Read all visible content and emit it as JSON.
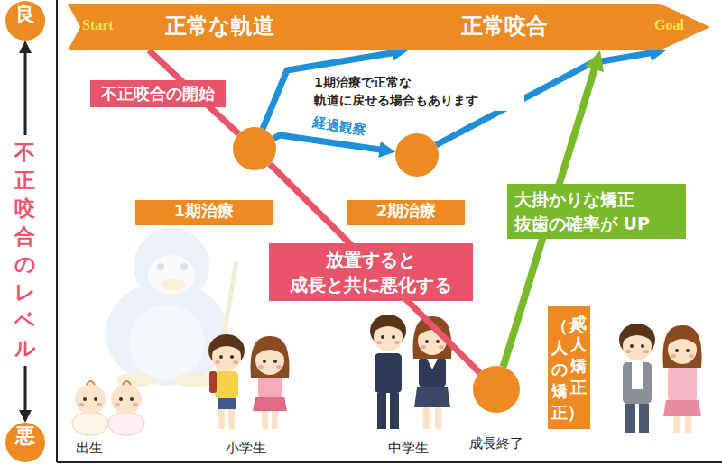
{
  "diagram": {
    "nodes": [
      {
        "text": [
          "Start",
          "正常な軌道",
          "正常咬合",
          "Goal"
        ]
      },
      {
        "text": [
          "良"
        ]
      },
      {
        "text": [
          "悪"
        ]
      },
      {
        "text": [
          "1期治療"
        ]
      },
      {
        "text": [
          "2期治療"
        ]
      },
      {
        "text": [
          "成長終了"
        ]
      },
      {
        "text": [
          "成人矯正",
          "（大人の矯正）"
        ]
      }
    ],
    "edges": [
      {
        "from": 0,
        "to": 3,
        "label": "不正咬合の開始",
        "arrow": "none"
      },
      {
        "from": 3,
        "to": 5,
        "label": "放置すると 成長と共に悪化する",
        "arrow": "none"
      },
      {
        "from": 3,
        "to": 0,
        "label": "1期治療で正常な 軌道に戻せる場合もあります",
        "arrow": "to"
      },
      {
        "from": 3,
        "to": 4,
        "label": "経過観察",
        "arrow": "to"
      },
      {
        "from": 4,
        "to": 0,
        "arrow": "to"
      },
      {
        "from": 5,
        "to": 0,
        "label": "大掛かりな矯正 抜歯の確率が UP",
        "arrow": "to"
      },
      {
        "from": 1,
        "to": 2,
        "label": "不正咬合のレベル",
        "arrow": "both"
      }
    ],
    "labels": [
      "出生",
      "小学生",
      "中学生"
    ]
  }
}
